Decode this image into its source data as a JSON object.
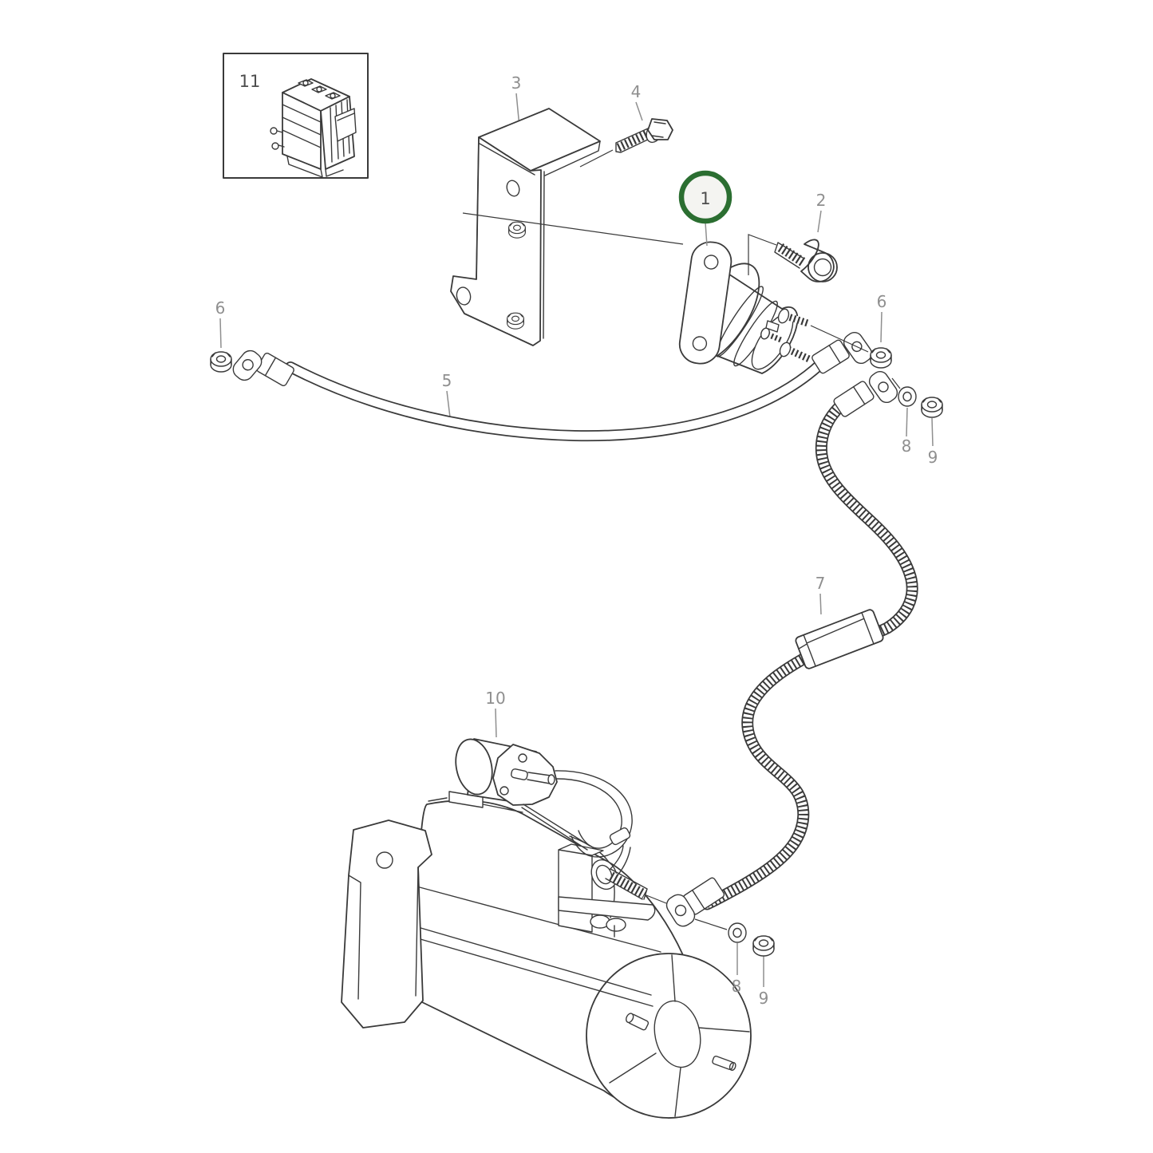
{
  "colors": {
    "line": "#3a3a3a",
    "label": "#8f8f8f",
    "label_dark": "#4d4d4d",
    "highlight": "#2b6e31",
    "highlight_fill": "#f4f4f1",
    "bg": "#ffffff"
  },
  "labels": {
    "n1": "1",
    "n2": "2",
    "n3": "3",
    "n4": "4",
    "n5": "5",
    "n6": "6",
    "n7": "7",
    "n8": "8",
    "n9": "9",
    "n10": "10",
    "n11": "11"
  },
  "highlighted_callout": "1"
}
